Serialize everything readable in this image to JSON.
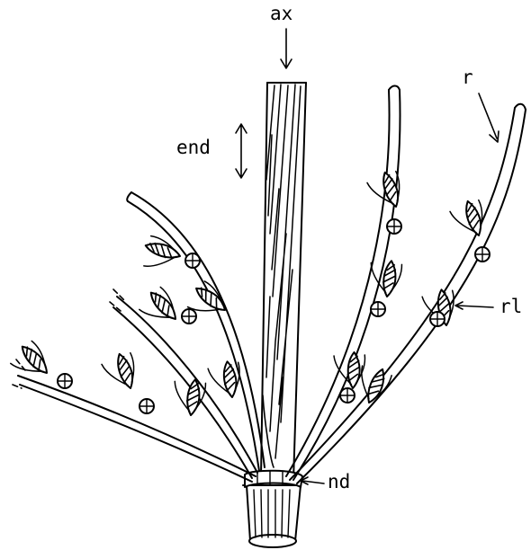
{
  "diagram": {
    "labels": {
      "axis": "ax",
      "end": "end",
      "ray": "r",
      "raylet": "rl",
      "node": "nd"
    },
    "colors": {
      "ink": "#000000",
      "paper": "#ffffff"
    }
  }
}
